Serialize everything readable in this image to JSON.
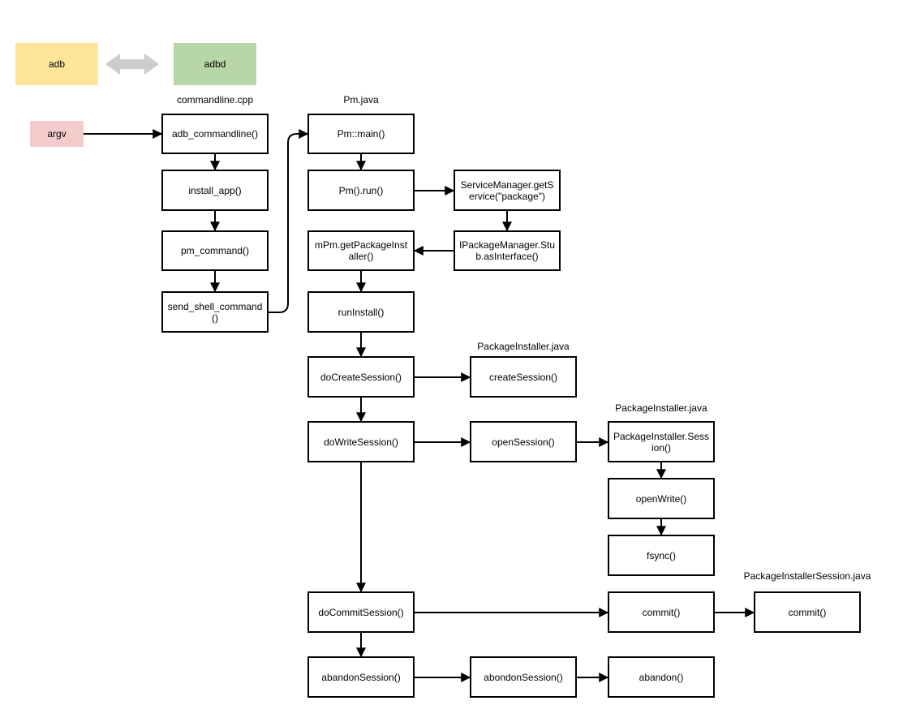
{
  "labels": {
    "commandline": "commandline.cpp",
    "pm_java": "Pm.java",
    "pkg_installer_1": "PackageInstaller.java",
    "pkg_installer_2": "PackageInstaller.java",
    "pkg_installer_session": "PackageInstallerSession.java"
  },
  "nodes": {
    "adb": "adb",
    "adbd": "adbd",
    "argv": "argv",
    "adb_commandline": "adb_commandline()",
    "install_app": "install_app()",
    "pm_command": "pm_command()",
    "send_shell_command": "send_shell_command()",
    "pm_main": "Pm::main()",
    "pm_run": "Pm().run()",
    "service_manager": "ServiceManager.getService(\"package\")",
    "ipackage_manager": "IPackageManager.Stub.asInterface()",
    "get_package_installer": "mPm.getPackageInstaller()",
    "run_install": "runInstall()",
    "do_create_session": "doCreateSession()",
    "create_session": "createSession()",
    "do_write_session": "doWriteSession()",
    "open_session": "openSession()",
    "pi_session": "PackageInstaller.Session()",
    "open_write": "openWrite()",
    "fsync": "fsync()",
    "do_commit_session": "doCommitSession()",
    "commit_1": "commit()",
    "commit_2": "commit()",
    "abandon_session_1": "abandonSession()",
    "abandon_session_2": "abondonSession()",
    "abandon": "abandon()"
  },
  "colors": {
    "adb": "#ffe599",
    "adbd": "#b7d7a8",
    "argv": "#f4cccc",
    "double_arrow": "#cccccc"
  }
}
